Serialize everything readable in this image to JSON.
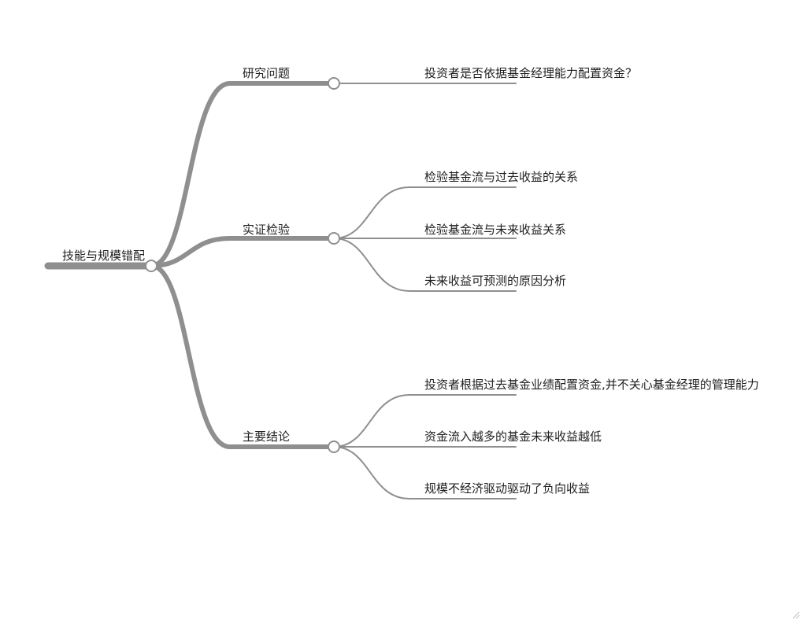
{
  "mindmap": {
    "root": {
      "label": "技能与规模错配"
    },
    "branches": [
      {
        "label": "研究问题",
        "children": [
          "投资者是否依据基金经理能力配置资金？"
        ]
      },
      {
        "label": "实证检验",
        "children": [
          "检验基金流与过去收益的关系",
          "检验基金流与未来收益关系",
          "未来收益可预测的原因分析"
        ]
      },
      {
        "label": "主要结论",
        "children": [
          "投资者根据过去基金业绩配置资金,并不关心基金经理的管理能力",
          "资金流入越多的基金未来收益越低",
          "规模不经济驱动驱动了负向收益"
        ]
      }
    ],
    "colors": {
      "line": "#8f8f8f",
      "text": "#1f1f1f",
      "background": "#ffffff"
    }
  }
}
